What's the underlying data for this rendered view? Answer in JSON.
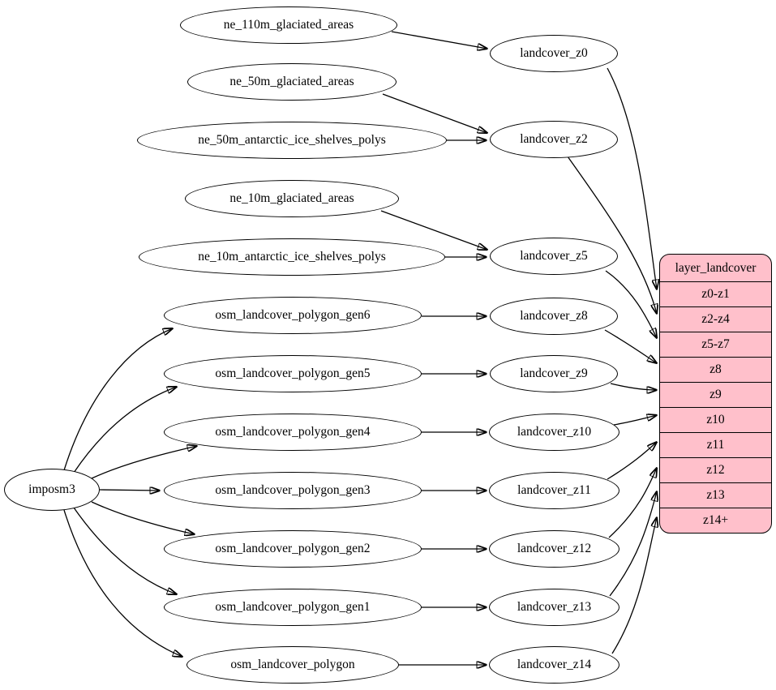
{
  "importer": {
    "label": "imposm3"
  },
  "sources": [
    "ne_110m_glaciated_areas",
    "ne_50m_glaciated_areas",
    "ne_50m_antarctic_ice_shelves_polys",
    "ne_10m_glaciated_areas",
    "ne_10m_antarctic_ice_shelves_polys",
    "osm_landcover_polygon_gen6",
    "osm_landcover_polygon_gen5",
    "osm_landcover_polygon_gen4",
    "osm_landcover_polygon_gen3",
    "osm_landcover_polygon_gen2",
    "osm_landcover_polygon_gen1",
    "osm_landcover_polygon"
  ],
  "views": [
    "landcover_z0",
    "landcover_z2",
    "landcover_z5",
    "landcover_z8",
    "landcover_z9",
    "landcover_z10",
    "landcover_z11",
    "landcover_z12",
    "landcover_z13",
    "landcover_z14"
  ],
  "layer_table": {
    "title": "layer_landcover",
    "rows": [
      "z0-z1",
      "z2-z4",
      "z5-z7",
      "z8",
      "z9",
      "z10",
      "z11",
      "z12",
      "z13",
      "z14+"
    ],
    "fill_color": "#ffc0cb",
    "stroke_color": "#000000"
  },
  "edges": [
    {
      "from": "imposm3",
      "to": "osm_landcover_polygon_gen6"
    },
    {
      "from": "imposm3",
      "to": "osm_landcover_polygon_gen5"
    },
    {
      "from": "imposm3",
      "to": "osm_landcover_polygon_gen4"
    },
    {
      "from": "imposm3",
      "to": "osm_landcover_polygon_gen3"
    },
    {
      "from": "imposm3",
      "to": "osm_landcover_polygon_gen2"
    },
    {
      "from": "imposm3",
      "to": "osm_landcover_polygon_gen1"
    },
    {
      "from": "imposm3",
      "to": "osm_landcover_polygon"
    },
    {
      "from": "ne_110m_glaciated_areas",
      "to": "landcover_z0"
    },
    {
      "from": "ne_50m_glaciated_areas",
      "to": "landcover_z2"
    },
    {
      "from": "ne_50m_antarctic_ice_shelves_polys",
      "to": "landcover_z2"
    },
    {
      "from": "ne_10m_glaciated_areas",
      "to": "landcover_z5"
    },
    {
      "from": "ne_10m_antarctic_ice_shelves_polys",
      "to": "landcover_z5"
    },
    {
      "from": "osm_landcover_polygon_gen6",
      "to": "landcover_z8"
    },
    {
      "from": "osm_landcover_polygon_gen5",
      "to": "landcover_z9"
    },
    {
      "from": "osm_landcover_polygon_gen4",
      "to": "landcover_z10"
    },
    {
      "from": "osm_landcover_polygon_gen3",
      "to": "landcover_z11"
    },
    {
      "from": "osm_landcover_polygon_gen2",
      "to": "landcover_z12"
    },
    {
      "from": "osm_landcover_polygon_gen1",
      "to": "landcover_z13"
    },
    {
      "from": "osm_landcover_polygon",
      "to": "landcover_z14"
    },
    {
      "from": "landcover_z0",
      "to": "layer_landcover.z0-z1"
    },
    {
      "from": "landcover_z2",
      "to": "layer_landcover.z2-z4"
    },
    {
      "from": "landcover_z5",
      "to": "layer_landcover.z5-z7"
    },
    {
      "from": "landcover_z8",
      "to": "layer_landcover.z8"
    },
    {
      "from": "landcover_z9",
      "to": "layer_landcover.z9"
    },
    {
      "from": "landcover_z10",
      "to": "layer_landcover.z10"
    },
    {
      "from": "landcover_z11",
      "to": "layer_landcover.z11"
    },
    {
      "from": "landcover_z12",
      "to": "layer_landcover.z12"
    },
    {
      "from": "landcover_z13",
      "to": "layer_landcover.z13"
    },
    {
      "from": "landcover_z14",
      "to": "layer_landcover.z14+"
    }
  ]
}
